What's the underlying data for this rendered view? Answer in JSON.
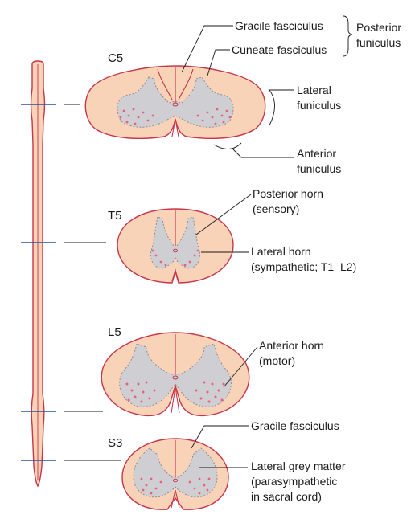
{
  "segments": {
    "c5": "C5",
    "t5": "T5",
    "l5": "L5",
    "s3": "S3"
  },
  "labels": {
    "gracile_top": "Gracile fasciculus",
    "cuneate": "Cuneate fasciculus",
    "posterior_funiculus_1": "Posterior",
    "posterior_funiculus_2": "funiculus",
    "lateral_funiculus_1": "Lateral",
    "lateral_funiculus_2": "funiculus",
    "anterior_funiculus_1": "Anterior",
    "anterior_funiculus_2": "funiculus",
    "posterior_horn_1": "Posterior horn",
    "posterior_horn_2": "(sensory)",
    "lateral_horn_1": "Lateral horn",
    "lateral_horn_2": "(sympathetic; T1–L2)",
    "anterior_horn_1": "Anterior horn",
    "anterior_horn_2": "(motor)",
    "gracile_bottom": "Gracile fasciculus",
    "lateral_grey_1": "Lateral grey matter",
    "lateral_grey_2": "(parasympathetic",
    "lateral_grey_3": "in sacral cord)"
  },
  "colors": {
    "cord_fill": "#f9d3b8",
    "cord_outline": "#c8364a",
    "grey_matter": "#cfcfd3",
    "motor_neurons": "#e8607a",
    "level_marker": "#2d4ea6"
  }
}
